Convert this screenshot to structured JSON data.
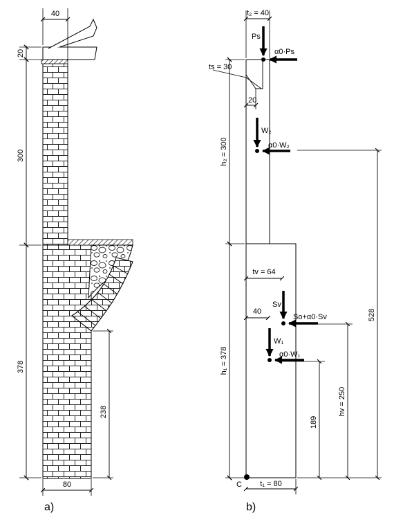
{
  "panel_a": {
    "caption": "a)",
    "dims": {
      "top_width": "40",
      "cap_thickness": "20",
      "upper_height": "300",
      "lower_height": "378",
      "vault_spring_height": "238",
      "base_width": "80"
    }
  },
  "panel_b": {
    "caption": "b)",
    "point_label": "C",
    "labels": {
      "t2": "t₂ = 40",
      "ts": "ts = 30",
      "offset_20": "20",
      "h2": "h₂ = 300",
      "tv": "tv = 64",
      "offset_40": "40",
      "h1": "h₁ = 378",
      "t1": "t₁ = 80",
      "hv": "hv = 250",
      "h_189": "189",
      "h_528": "528"
    },
    "forces": {
      "ps": "Ps",
      "ps_h": "α0·Ps",
      "w2": "W₂",
      "w2_h": "α0·W₂",
      "sv": "Sv",
      "sv_h": "So+α0·Sv",
      "w1": "W₁",
      "w1_h": "α0·W₁"
    }
  },
  "colors": {
    "ink": "#000000",
    "background": "#ffffff"
  }
}
